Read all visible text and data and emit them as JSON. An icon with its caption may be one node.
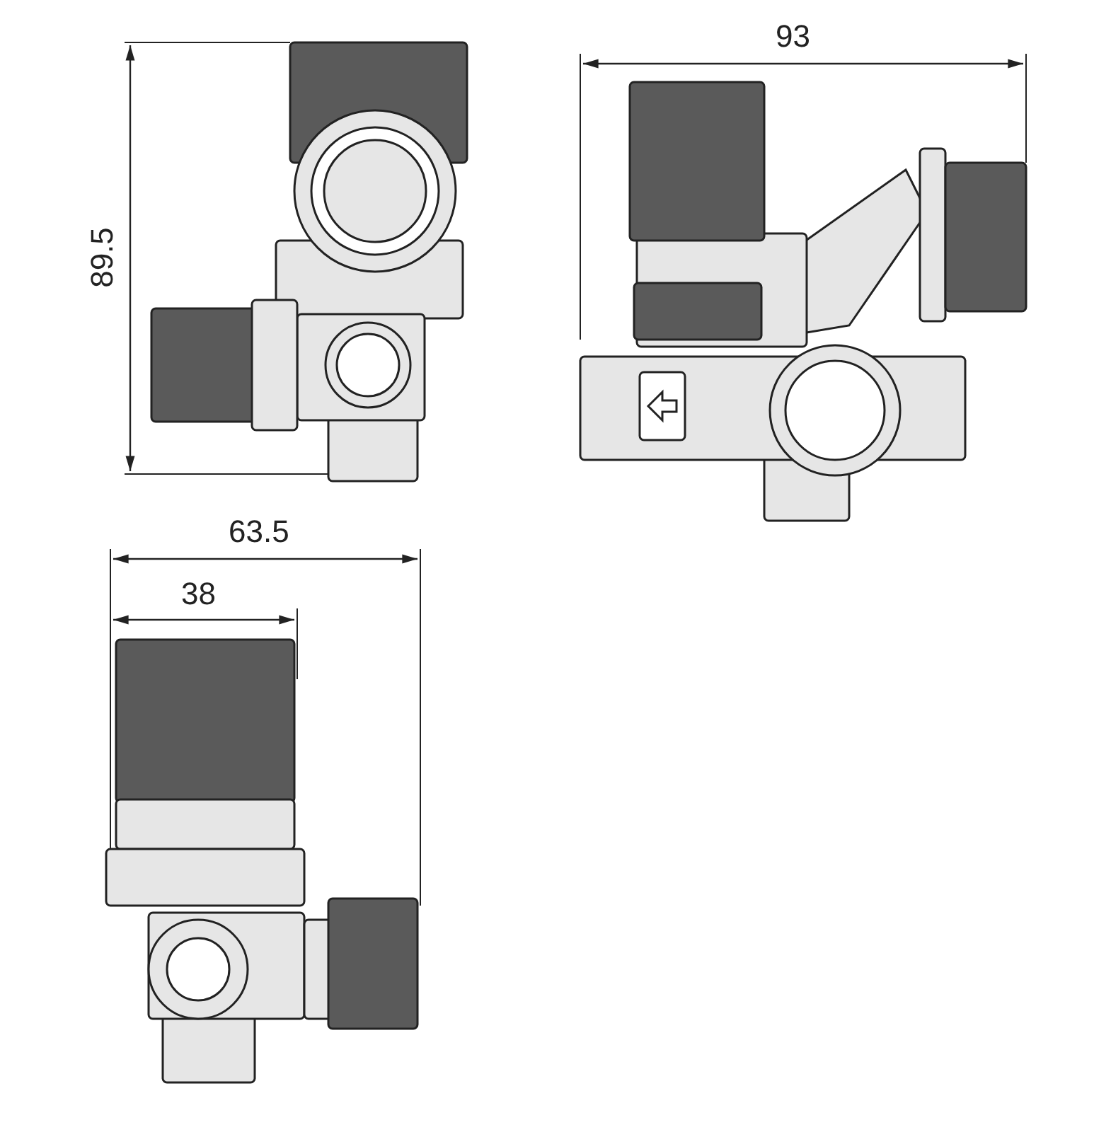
{
  "diagram": {
    "labels": [
      "89.5",
      "93",
      "63.5",
      "38"
    ]
  }
}
